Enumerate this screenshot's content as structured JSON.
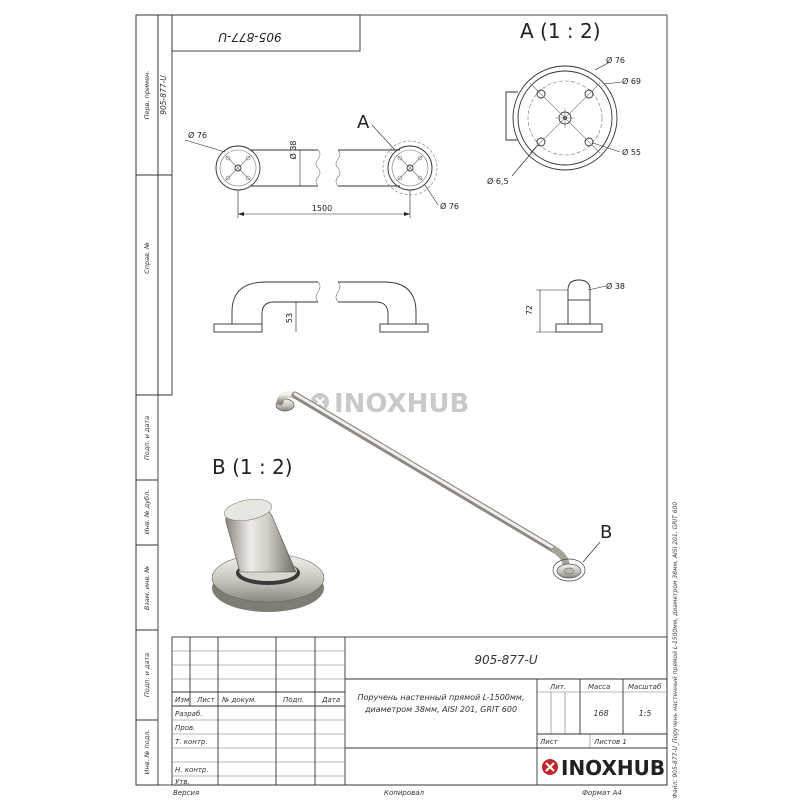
{
  "drawing": {
    "number": "905-877-U",
    "number_rotated": "905-877-U",
    "number_side": "905-877-U"
  },
  "views": {
    "detail_a_title": "A (1 : 2)",
    "detail_b_title": "B (1 : 2)",
    "callout_a": "A",
    "callout_b": "B"
  },
  "dimensions": {
    "front_left_dia": "Ø 76",
    "front_tube_dia": "Ø 38",
    "front_right_dia": "Ø 76",
    "length": "1500",
    "side_height": "53",
    "end_height": "72",
    "end_dia": "Ø 38",
    "detail_a_outer": "Ø 76",
    "detail_a_mid": "Ø 69",
    "detail_a_bolt_circle": "Ø 55",
    "detail_a_hole": "Ø 6,5"
  },
  "brand": {
    "name": "INOXHUB",
    "watermark": "INOXHUB"
  },
  "side_labels": {
    "perv_primen": "Перв. примен.",
    "sprav_no": "Справ. №",
    "podp_data_1": "Подп. и дата",
    "inv_dubl": "Инв. № дубл.",
    "vzam_inv": "Взам. инв. №",
    "podp_data_2": "Подп. и дата",
    "inv_podl": "Инв. № подл."
  },
  "title_block": {
    "col_izm": "Изм.",
    "col_list": "Лист",
    "col_docum": "№ докум.",
    "col_podp": "Подп.",
    "col_data": "Дата",
    "row_razrab": "Разраб.",
    "row_prov": "Пров.",
    "row_tkontr": "Т. контр.",
    "row_nkontr": "Н. контр.",
    "row_utv": "Утв.",
    "description_line1": "Поручень настенный прямой L-1500мм,",
    "description_line2": "диаметром 38мм, AISI 201, GRIT 600",
    "lit_label": "Лит.",
    "mass_label": "Масса",
    "scale_label": "Масштаб",
    "mass_value": "168",
    "scale_value": "1:5",
    "sheet_label": "Лист",
    "sheets_label": "Листов 1"
  },
  "footer": {
    "version": "Версия",
    "copied": "Копировал",
    "format": "Формат A4"
  },
  "file_caption": "Файл: 905-877-U_Поручень настенный прямой L-1500мм, диаметром 38мм, AISI 201, GRIT 600"
}
